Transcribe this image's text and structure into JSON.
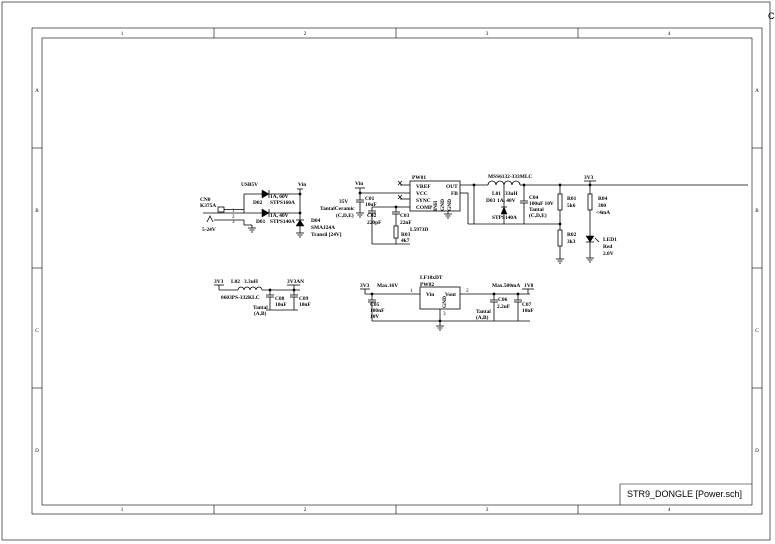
{
  "frame": {
    "columns": [
      "1",
      "2",
      "3",
      "4"
    ],
    "rows": [
      "A",
      "B",
      "C",
      "D"
    ],
    "title_block": "STR9_DONGLE [Power.sch]"
  },
  "input": {
    "connector_ref": "CN0",
    "connector_part": "K375A",
    "input_range": "5-24V",
    "pins": [
      "1",
      "2",
      "3"
    ],
    "usb_label": "USB5V",
    "vin_label": "Vin",
    "d02_ref": "D02",
    "d02_rating": "1A, 60V",
    "d02_part": "STPS160A",
    "d01_ref": "D01",
    "d01_rating": "1A, 40V",
    "d01_part": "STPS140A",
    "d04_ref": "D04",
    "d04_part": "SMAJ24A",
    "d04_desc": "Transil [24V]"
  },
  "buck": {
    "vin_label": "Vin",
    "c01_voltage": "35V",
    "c01_type": "TantalCeramic",
    "c01_pkg": "(C,D,E)",
    "c01_ref": "C01",
    "c01_value": "10uF",
    "ic_ref": "PW01",
    "ic_part": "L5973D",
    "pins_left": [
      "VREF",
      "VCC",
      "SYNC",
      "COMP"
    ],
    "pins_right": [
      "OUT",
      "FB"
    ],
    "pins_bottom": [
      "INH",
      "GND",
      "GND"
    ],
    "c02_ref": "C02",
    "c02_value": "220pF",
    "c03_ref": "C03",
    "c03_value": "22nF",
    "r03_ref": "R03",
    "r03_value": "4k7",
    "inductor_part": "MSS6132-333MLC",
    "l01_ref": "L01",
    "l01_value": "33uH",
    "d03_ref": "D03",
    "d03_rating": "1A, 40V",
    "d03_part": "STPS140A",
    "c04_ref": "C04",
    "c04_value": "100uF 10V",
    "c04_type": "Tantal",
    "c04_pkg": "(C,D,E)",
    "rail_label": "3V3",
    "r01_ref": "R01",
    "r01_value": "5k6",
    "r02_ref": "R02",
    "r02_value": "3k3",
    "r04_ref": "R04",
    "r04_value": "300",
    "r04_current": "<4mA",
    "led_ref": "LED1",
    "led_color": "Red",
    "led_voltage": "2.0V"
  },
  "filter": {
    "in_label": "3V3",
    "l02_ref": "L02",
    "l02_value": "3.3uH",
    "l02_part": "0603PS-332KLC",
    "out_label": "3V3AN",
    "c08_ref": "C08",
    "c08_value": "10uF",
    "c08_type": "Tantal",
    "c08_pkg": "(A,B)",
    "c09_ref": "C09",
    "c09_value": "10nF"
  },
  "ldo": {
    "in_label": "3V3",
    "in_max": "Max.16V",
    "ic_part": "LF18xDT",
    "ic_ref": "PW02",
    "pin_vin": "Vin",
    "pin_vout": "Vout",
    "pin_gnd": "GND",
    "pin1": "1",
    "pin2": "2",
    "pin3": "3",
    "out_max": "Max.500mA",
    "out_label": "1V8",
    "c05_ref": "C05",
    "c05_value": "100nF",
    "c05_voltage": "10V",
    "c06_ref": "C06",
    "c06_value": "2.2uF",
    "c06_type": "Tantal",
    "c06_pkg": "(A,B)",
    "c07_ref": "C07",
    "c07_value": "10nF"
  }
}
